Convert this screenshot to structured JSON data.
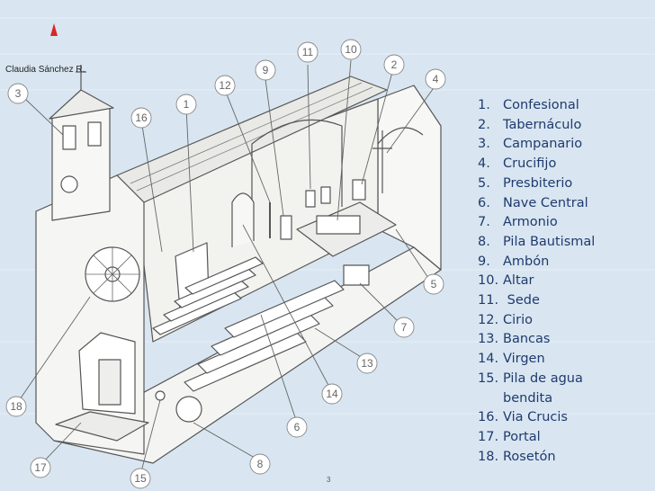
{
  "credit": "Claudia Sánchez R.",
  "page_number": "3",
  "legend": [
    {
      "num": "1.",
      "label": "Confesional"
    },
    {
      "num": "2.",
      "label": "Tabernáculo"
    },
    {
      "num": "3.",
      "label": "Campanario"
    },
    {
      "num": "4.",
      "label": "Crucifijo"
    },
    {
      "num": "5.",
      "label": "Presbiterio"
    },
    {
      "num": "6.",
      "label": "Nave Central"
    },
    {
      "num": "7.",
      "label": "Armonio"
    },
    {
      "num": "8.",
      "label": "Pila Bautismal"
    },
    {
      "num": "9.",
      "label": "Ambón"
    },
    {
      "num": "10.",
      "label": "Altar"
    },
    {
      "num": "11.",
      "label": " Sede"
    },
    {
      "num": "12.",
      "label": "Cirio"
    },
    {
      "num": "13.",
      "label": "Bancas"
    },
    {
      "num": "14.",
      "label": "Virgen"
    },
    {
      "num": "15.",
      "label": "Pila de agua",
      "cont": "bendita"
    },
    {
      "num": "16.",
      "label": "Via Crucis"
    },
    {
      "num": "17.",
      "label": "Portal"
    },
    {
      "num": "18.",
      "label": "Rosetón"
    }
  ],
  "callouts": [
    "1",
    "2",
    "3",
    "4",
    "5",
    "6",
    "7",
    "8",
    "9",
    "10",
    "11",
    "12",
    "13",
    "14",
    "15",
    "16",
    "17",
    "18"
  ],
  "colors": {
    "background": "#d9e6f1",
    "legend_text": "#1f3a6e",
    "line": "#555555",
    "accent_triangle": "#d9262a"
  }
}
